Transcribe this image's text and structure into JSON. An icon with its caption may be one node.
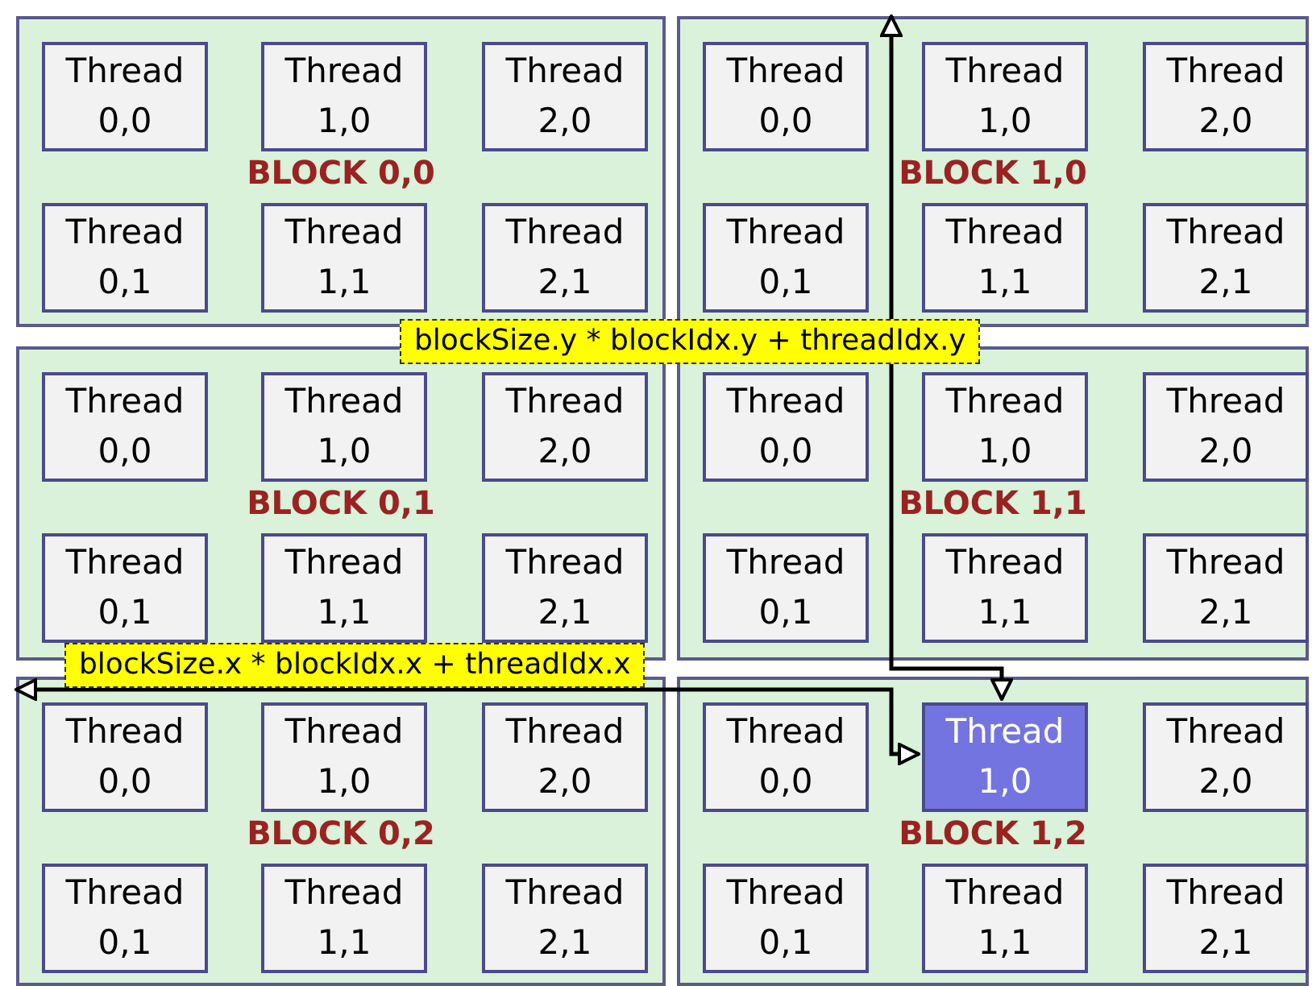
{
  "diagram": {
    "nodes": [
      {
        "text": [
          "BLOCK 0,0"
        ]
      },
      {
        "text": [
          "Thread 0,0"
        ],
        "in": 0
      },
      {
        "text": [
          "Thread 1,0"
        ],
        "in": 0
      },
      {
        "text": [
          "Thread 2,0"
        ],
        "in": 0
      },
      {
        "text": [
          "Thread 0,1"
        ],
        "in": 0
      },
      {
        "text": [
          "Thread 1,1"
        ],
        "in": 0
      },
      {
        "text": [
          "Thread 2,1"
        ],
        "in": 0
      },
      {
        "text": [
          "BLOCK 1,0"
        ]
      },
      {
        "text": [
          "Thread 0,0"
        ],
        "in": 7
      },
      {
        "text": [
          "Thread 1,0"
        ],
        "in": 7
      },
      {
        "text": [
          "Thread 2,0"
        ],
        "in": 7
      },
      {
        "text": [
          "Thread 0,1"
        ],
        "in": 7
      },
      {
        "text": [
          "Thread 1,1"
        ],
        "in": 7
      },
      {
        "text": [
          "Thread 2,1"
        ],
        "in": 7
      },
      {
        "text": [
          "BLOCK 0,1"
        ]
      },
      {
        "text": [
          "Thread 0,0"
        ],
        "in": 14
      },
      {
        "text": [
          "Thread 1,0"
        ],
        "in": 14
      },
      {
        "text": [
          "Thread 2,0"
        ],
        "in": 14
      },
      {
        "text": [
          "Thread 0,1"
        ],
        "in": 14
      },
      {
        "text": [
          "Thread 1,1"
        ],
        "in": 14
      },
      {
        "text": [
          "Thread 2,1"
        ],
        "in": 14
      },
      {
        "text": [
          "BLOCK 1,1"
        ]
      },
      {
        "text": [
          "Thread 0,0"
        ],
        "in": 21
      },
      {
        "text": [
          "Thread 1,0"
        ],
        "in": 21
      },
      {
        "text": [
          "Thread 2,0"
        ],
        "in": 21
      },
      {
        "text": [
          "Thread 0,1"
        ],
        "in": 21
      },
      {
        "text": [
          "Thread 1,1"
        ],
        "in": 21
      },
      {
        "text": [
          "Thread 2,1"
        ],
        "in": 21
      },
      {
        "text": [
          "BLOCK 0,2"
        ]
      },
      {
        "text": [
          "Thread 0,0"
        ],
        "in": 28
      },
      {
        "text": [
          "Thread 1,0"
        ],
        "in": 28
      },
      {
        "text": [
          "Thread 2,0"
        ],
        "in": 28
      },
      {
        "text": [
          "Thread 0,1"
        ],
        "in": 28
      },
      {
        "text": [
          "Thread 1,1"
        ],
        "in": 28
      },
      {
        "text": [
          "Thread 2,1"
        ],
        "in": 28
      },
      {
        "text": [
          "BLOCK 1,2"
        ]
      },
      {
        "text": [
          "Thread 0,0"
        ],
        "in": 35
      },
      {
        "text": [
          "Thread 1,0"
        ],
        "in": 35
      },
      {
        "text": [
          "Thread 2,0"
        ],
        "in": 35
      },
      {
        "text": [
          "Thread 0,1"
        ],
        "in": 35
      },
      {
        "text": [
          "Thread 1,1"
        ],
        "in": 35
      },
      {
        "text": [
          "Thread 2,1"
        ],
        "in": 35
      }
    ],
    "edges": [
      {
        "from": 7,
        "to": 37,
        "arrow": "both",
        "label": "blockSize.y * blockIdx.y + threadIdx.y"
      },
      {
        "from": 28,
        "to": 37,
        "arrow": "both",
        "label": "blockSize.x * blockIdx.x + threadIdx.x"
      }
    ]
  }
}
